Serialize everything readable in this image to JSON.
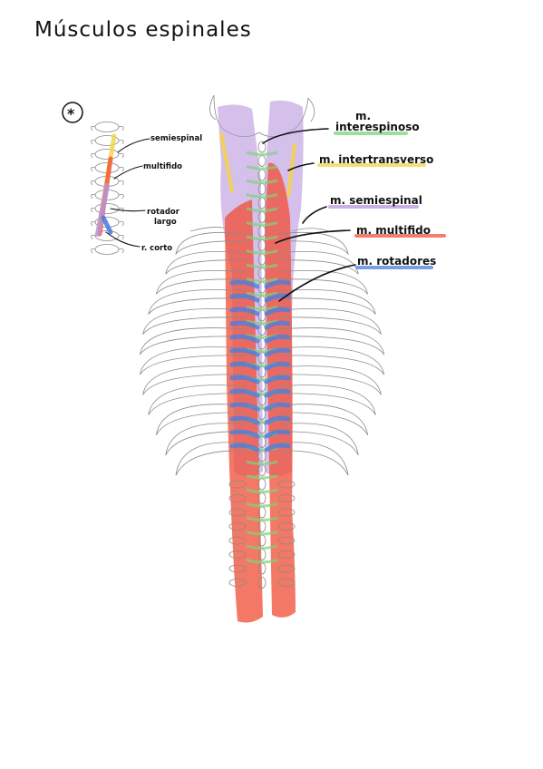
{
  "title": "Músculos espinales",
  "colors": {
    "interespinoso": "#7ed37a",
    "intertransverso": "#f3d34a",
    "semiespinal": "#b896dc",
    "multifido": "#f0523a",
    "rotadores": "#4a7fe0"
  },
  "main_labels": [
    {
      "key": "interespinoso_top",
      "text": "m."
    },
    {
      "key": "interespinoso",
      "text": "interespinoso"
    },
    {
      "key": "intertransverso",
      "text": "m. intertransverso"
    },
    {
      "key": "semiespinal",
      "text": "m. semiespinal"
    },
    {
      "key": "multifido",
      "text": "m. multifido"
    },
    {
      "key": "rotadores",
      "text": "m. rotadores"
    }
  ],
  "inset": {
    "marker": "*",
    "labels": [
      {
        "key": "semiespinal",
        "text": "semiespinal"
      },
      {
        "key": "multifido",
        "text": "multifido"
      },
      {
        "key": "rotador_largo_1",
        "text": "rotador"
      },
      {
        "key": "rotador_largo_2",
        "text": "largo"
      },
      {
        "key": "rotador_corto",
        "text": "r. corto"
      }
    ]
  }
}
